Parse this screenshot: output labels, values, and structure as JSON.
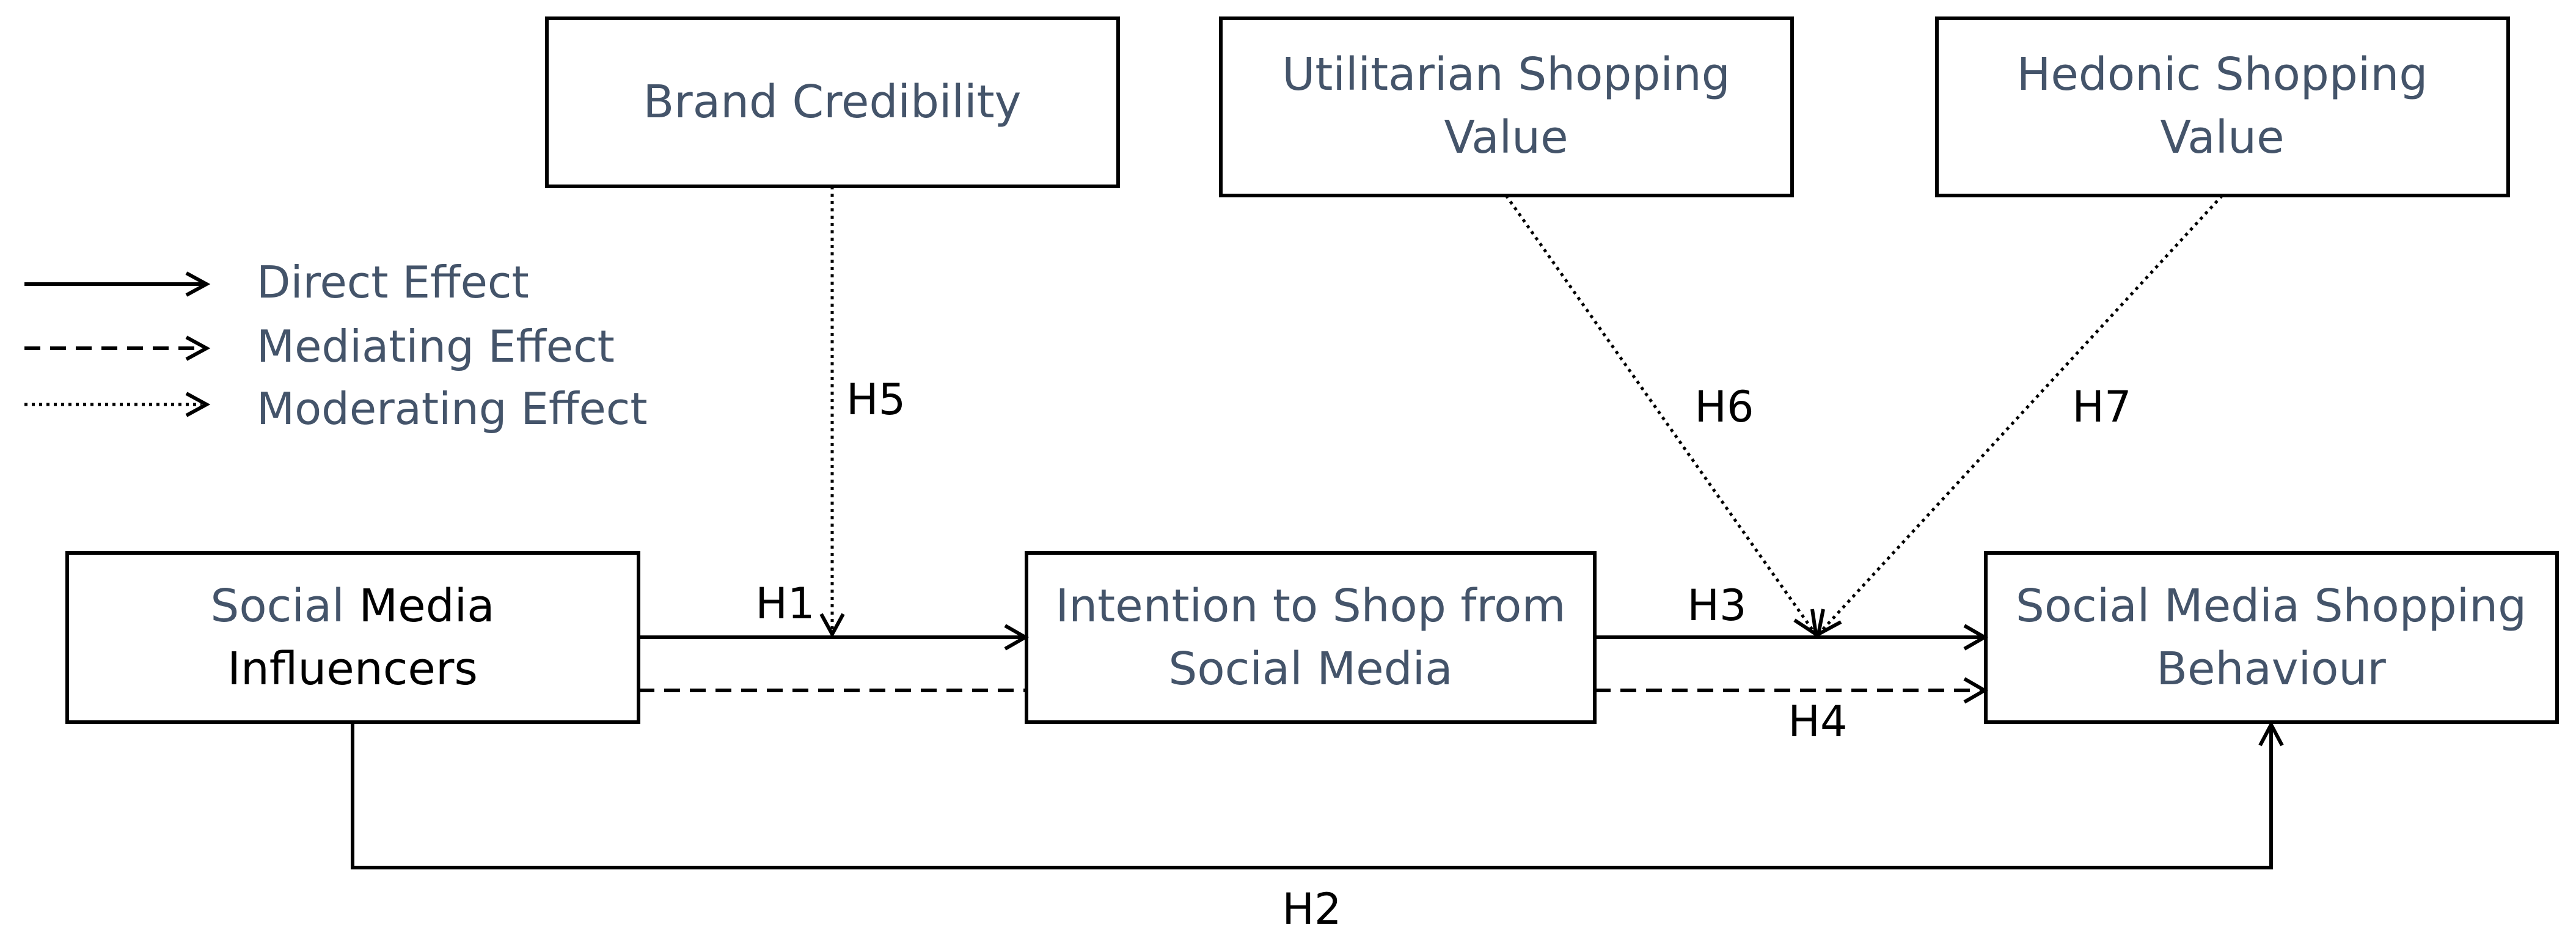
{
  "constructs": {
    "brand_credibility": [
      "Brand Credibility"
    ],
    "utilitarian_value": [
      "Utilitarian Shopping",
      "Value"
    ],
    "hedonic_value": [
      "Hedonic Shopping",
      "Value"
    ],
    "smi": {
      "line1_a": "Social ",
      "line1_b": "Media",
      "line2": "Influencers"
    },
    "intention": [
      "Intention to Shop from",
      "Social Media"
    ],
    "behaviour": [
      "Social Media Shopping",
      "Behaviour"
    ]
  },
  "legend": {
    "direct": "Direct Effect",
    "mediating": "Mediating Effect",
    "moderating": "Moderating Effect"
  },
  "hypotheses": {
    "h1": "H1",
    "h2": "H2",
    "h3": "H3",
    "h4": "H4",
    "h5": "H5",
    "h6": "H6",
    "h7": "H7"
  },
  "colors": {
    "construct_text": "#44546a",
    "lines": "#000000",
    "box_border": "#000000"
  }
}
